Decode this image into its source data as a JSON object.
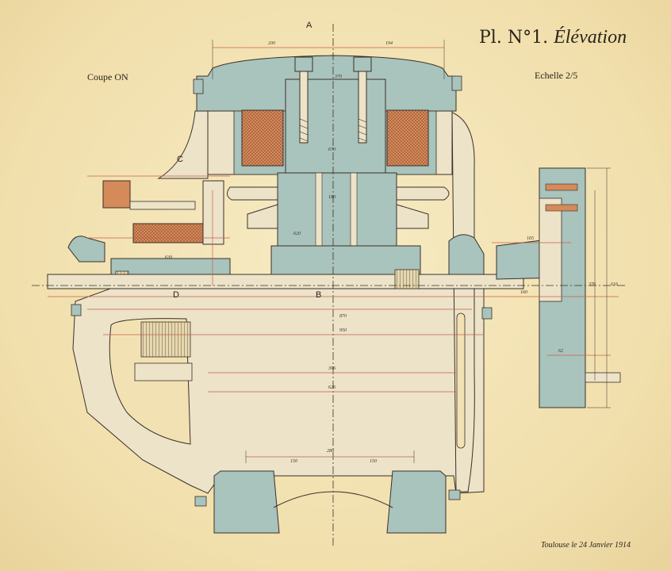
{
  "title": {
    "plate": "Pl.",
    "number": "N°1.",
    "name": "Élévation"
  },
  "coupe": "Coupe ON",
  "echelle": "Echelle 2/5",
  "section_marks": {
    "a": "A",
    "b": "B",
    "c": "C",
    "d": "D"
  },
  "footer_date": "Toulouse le 24 Janvier 1914",
  "dimensions": {
    "top_left": "200",
    "top_right": "194",
    "d370": "370",
    "d670": "670",
    "d180": "180",
    "d620": "620",
    "d630": "630",
    "d870": "870",
    "d950": "950",
    "d396": "396",
    "d626": "626",
    "d280": "280",
    "d150a": "150",
    "d150b": "150",
    "d165": "165",
    "d376": "376",
    "d616": "616",
    "d160": "160",
    "d62": "62"
  },
  "colors": {
    "paper": "#f3e4b3",
    "steel": "#a9c3bd",
    "copper": "#d58a5a",
    "ink": "#3a3026",
    "red_line": "#c9604a"
  }
}
